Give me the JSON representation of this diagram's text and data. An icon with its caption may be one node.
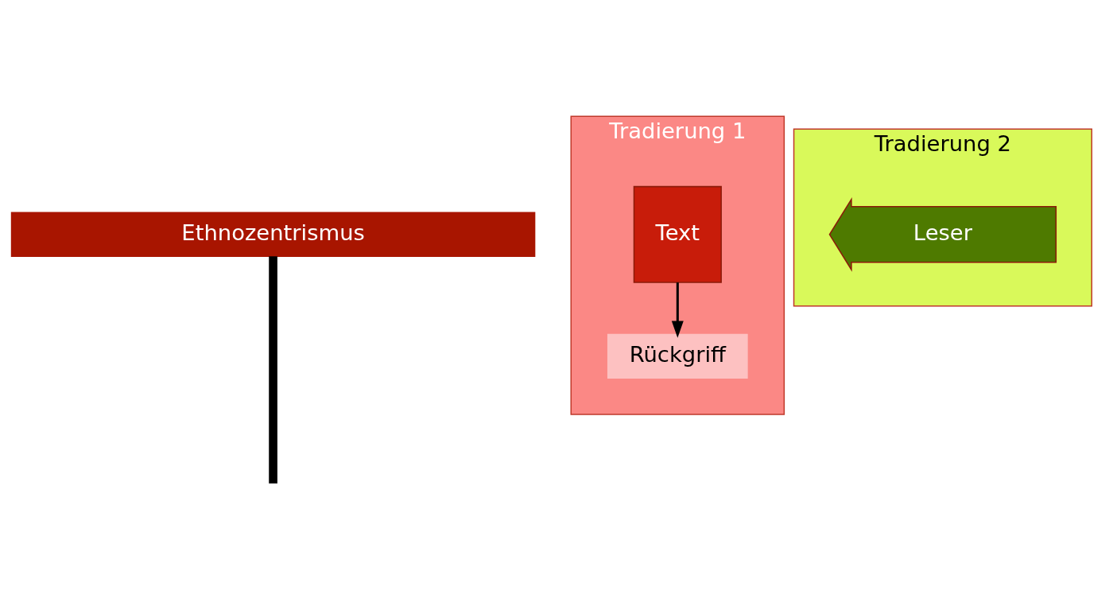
{
  "diagram": {
    "nodes": [
      {
        "text": [
          "Ethnozentrismus"
        ]
      },
      {
        "text": [
          "Tradierung 1"
        ]
      },
      {
        "text": [
          "Text"
        ],
        "in": 1
      },
      {
        "text": [
          "Rückgriff"
        ],
        "in": 1
      },
      {
        "text": [
          "Tradierung 2"
        ]
      },
      {
        "text": [
          "Leser"
        ],
        "in": 4
      }
    ],
    "edges": [
      {
        "from": 2,
        "to": 3,
        "arrow": "to"
      },
      {
        "from": 0,
        "to": null,
        "arrow": "none",
        "style": "thick"
      }
    ]
  }
}
